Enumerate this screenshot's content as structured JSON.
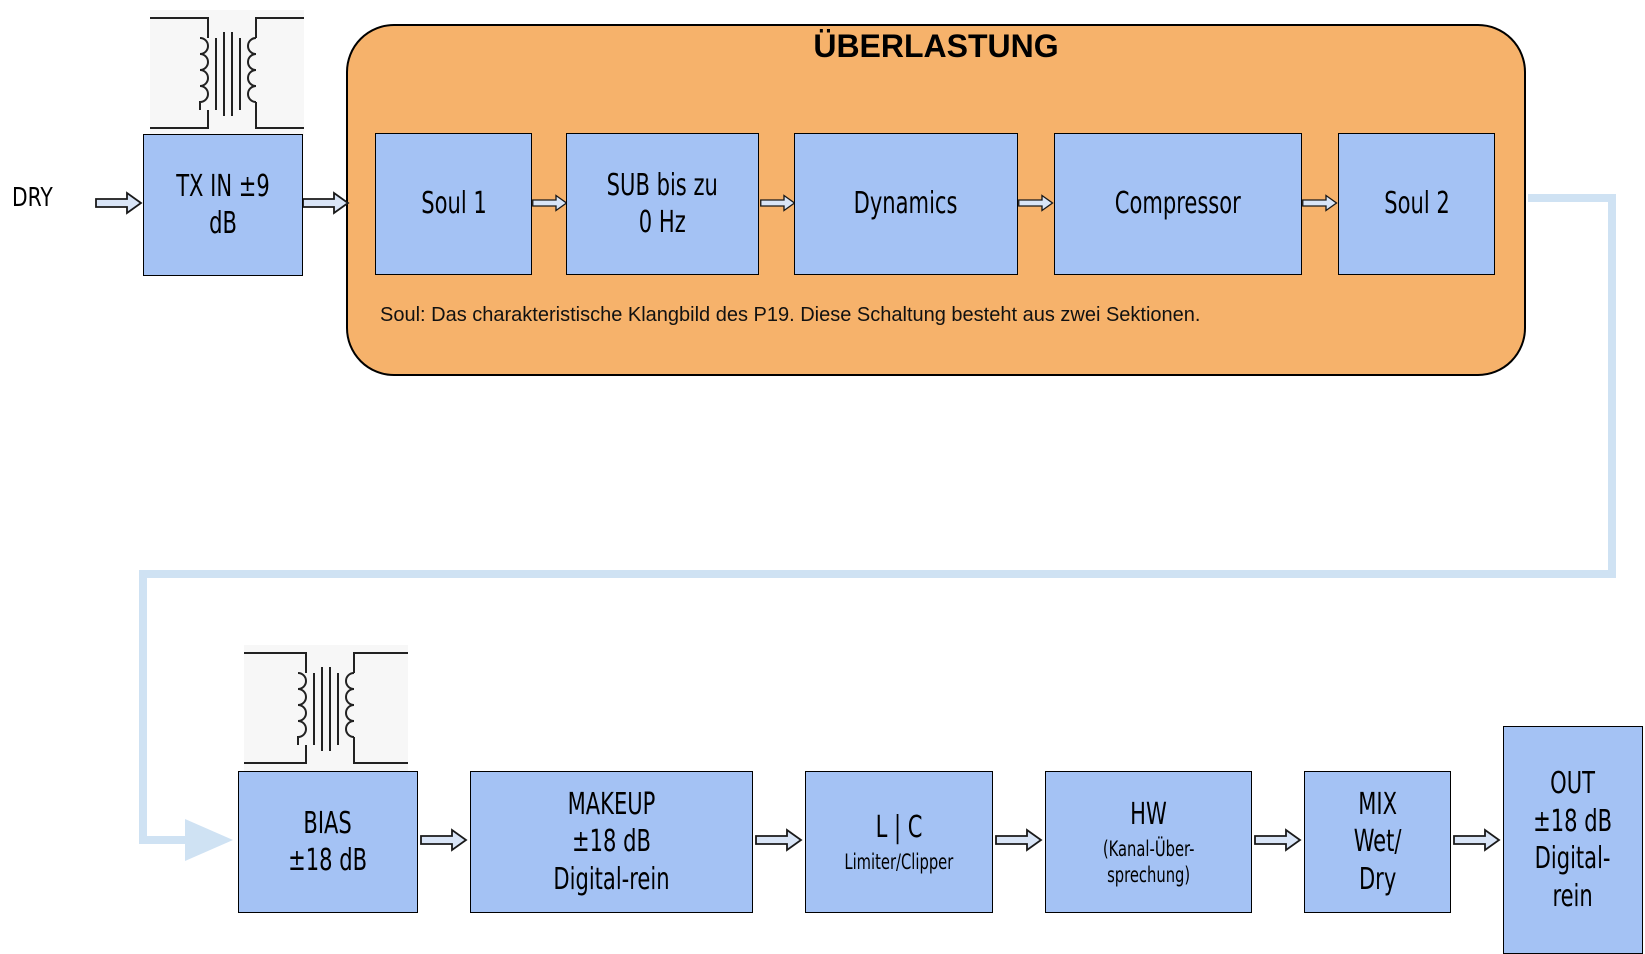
{
  "input": {
    "label": "DRY"
  },
  "group": {
    "title": "ÜBERLASTUNG",
    "note": "Soul: Das charakteristische Klangbild des P19. Diese Schaltung besteht aus zwei Sektionen."
  },
  "blocks": {
    "tx_in": {
      "main": "TX IN ±9\ndB"
    },
    "soul1": {
      "main": "Soul 1"
    },
    "sub": {
      "main": "SUB bis zu\n0 Hz"
    },
    "dynamics": {
      "main": "Dynamics"
    },
    "compressor": {
      "main": "Compressor"
    },
    "soul2": {
      "main": "Soul 2"
    },
    "bias": {
      "main": "BIAS\n±18  dB"
    },
    "makeup": {
      "main": "MAKEUP\n±18  dB\nDigital-rein"
    },
    "lc": {
      "main": "L | C",
      "sub": "Limiter/Clipper"
    },
    "hw": {
      "main": "HW",
      "sub": "(Kanal-Über-\nsprechung)"
    },
    "mix": {
      "main": "MIX\nWet/\nDry"
    },
    "out": {
      "main": "OUT\n±18 dB\nDigital-\nrein"
    }
  },
  "icons": {
    "transformer": "transformer-icon",
    "arrow": "hollow-arrow-icon"
  },
  "colors": {
    "block_fill": "#a4c2f4",
    "group_fill": "#f6b26b",
    "connector": "#cfe2f3",
    "arrow_fill": "#d9e5f7"
  }
}
